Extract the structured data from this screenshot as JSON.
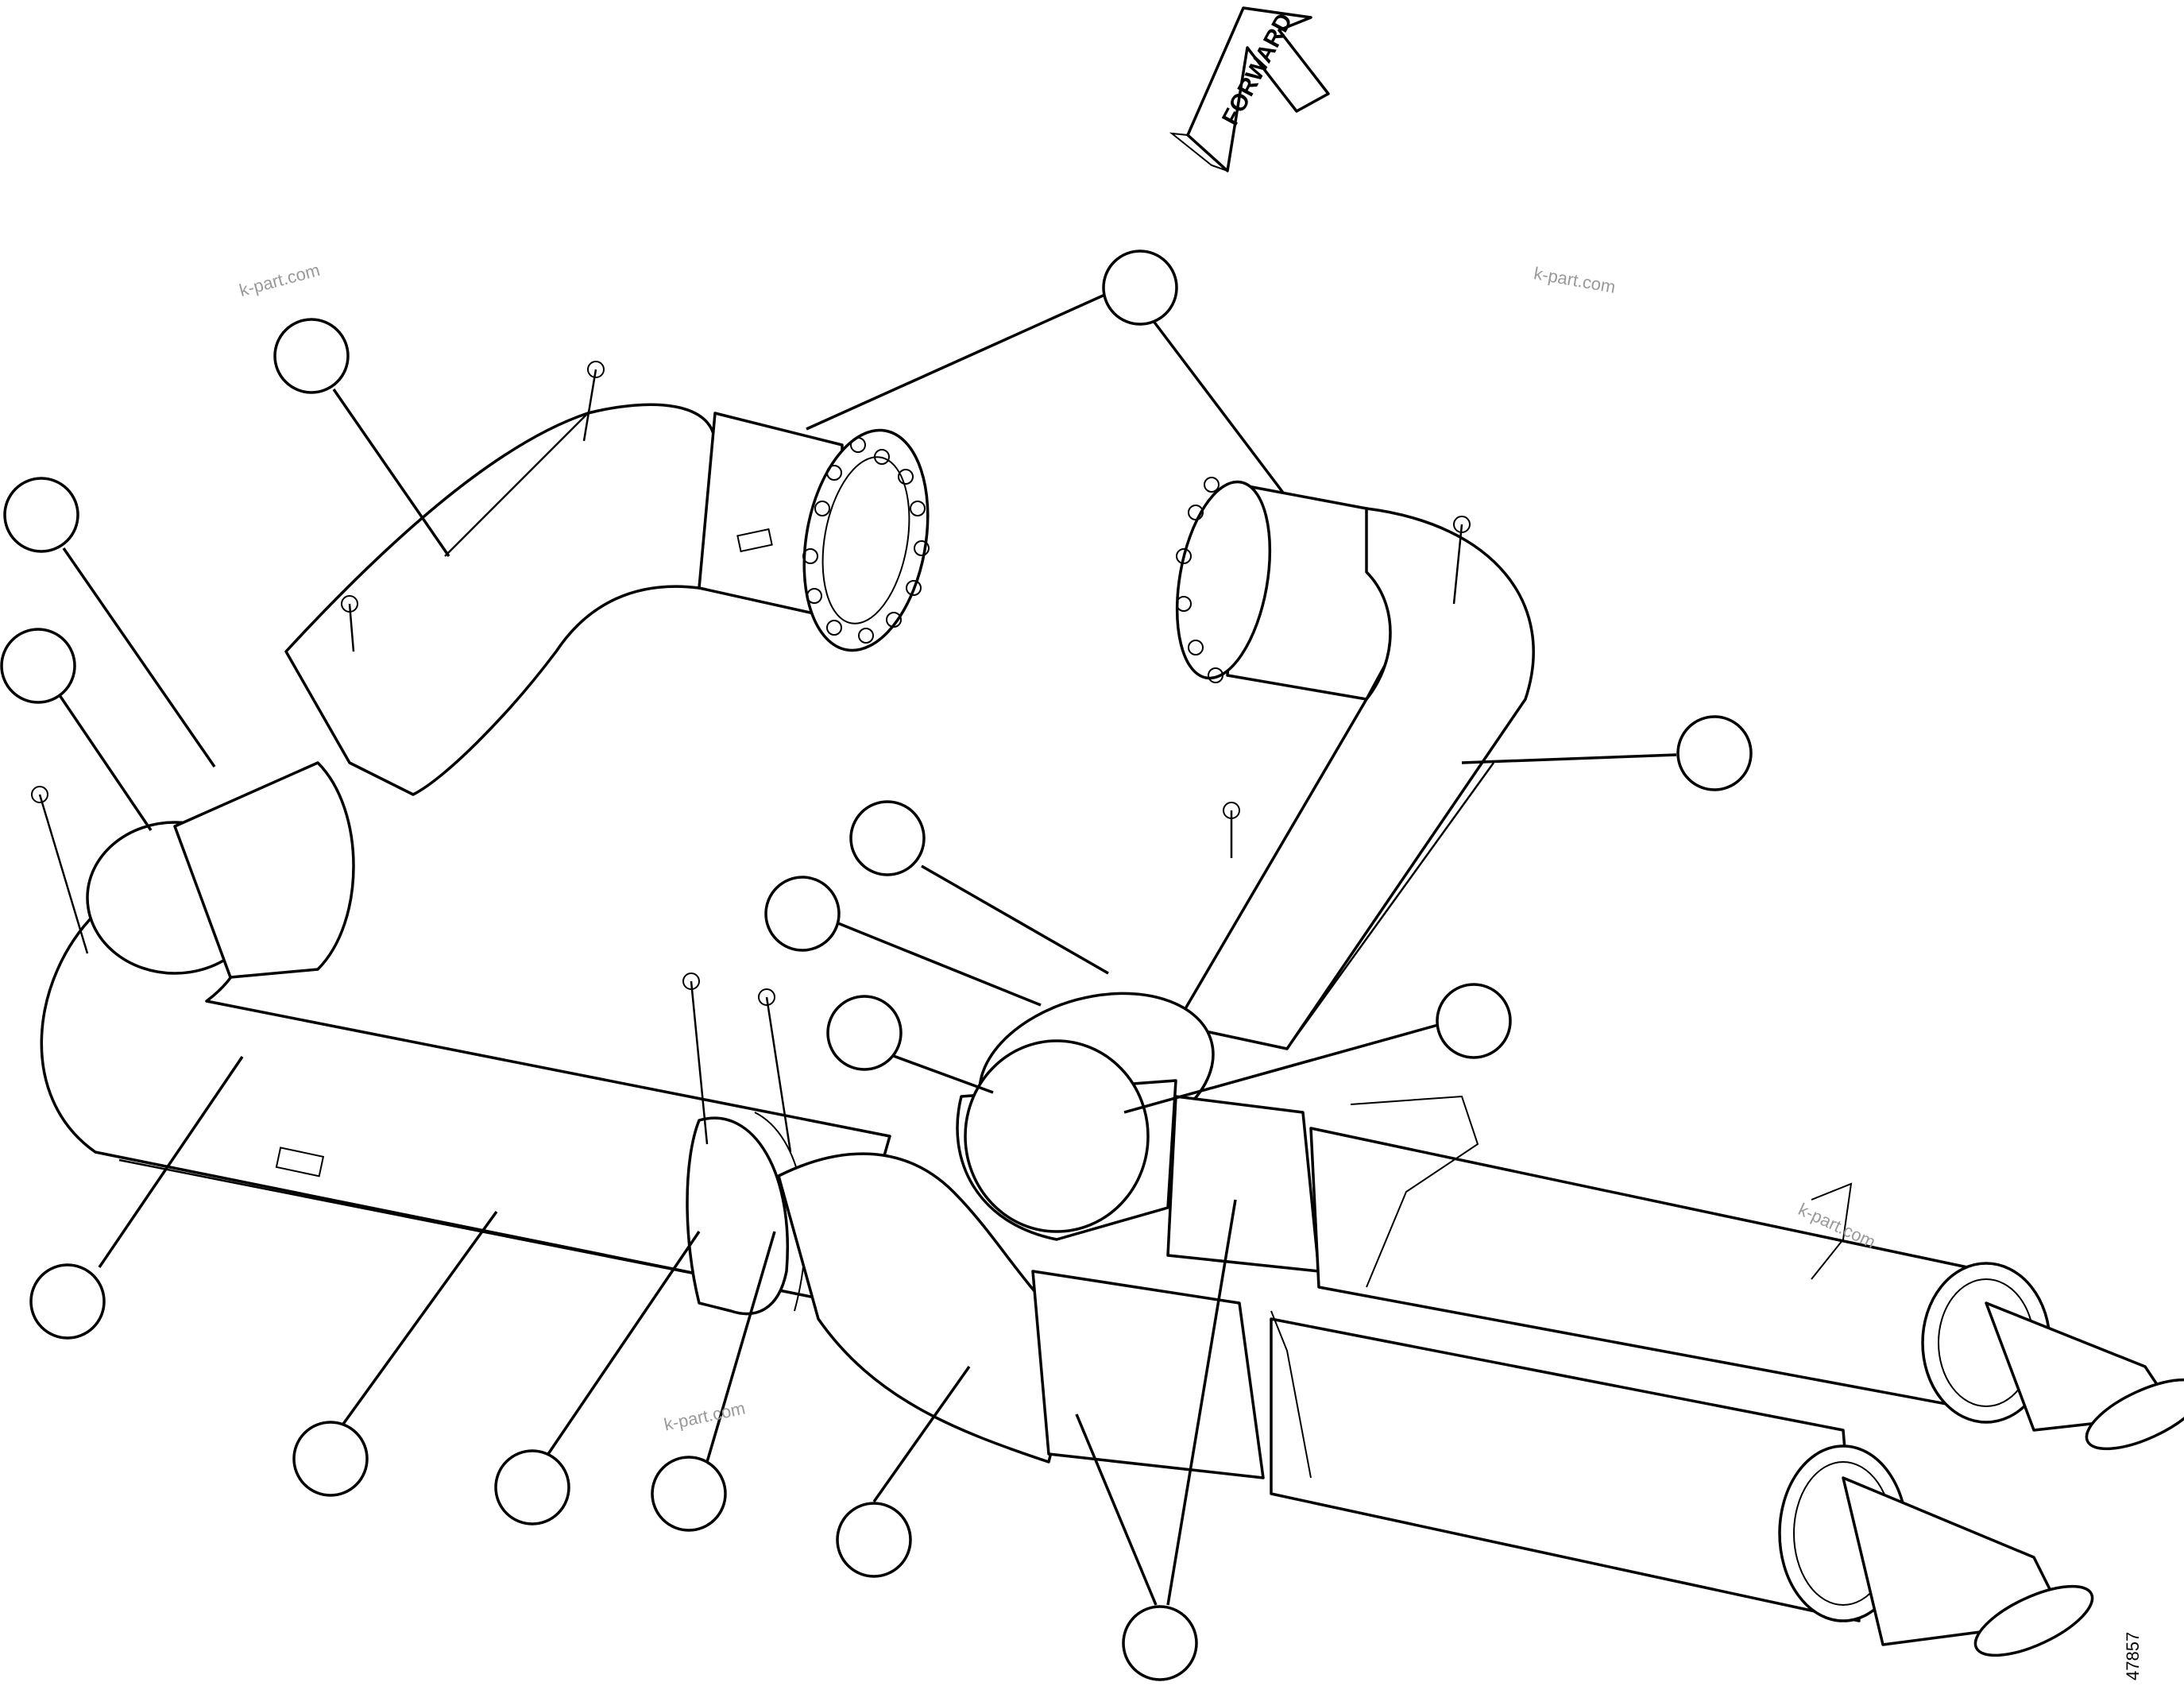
{
  "diagram": {
    "direction_label": "FORWARD",
    "drawing_number": "47857",
    "watermarks": [
      "k-part.com",
      "k-part.com",
      "k-part.com",
      "k-part.com"
    ],
    "callout_count": 15
  }
}
